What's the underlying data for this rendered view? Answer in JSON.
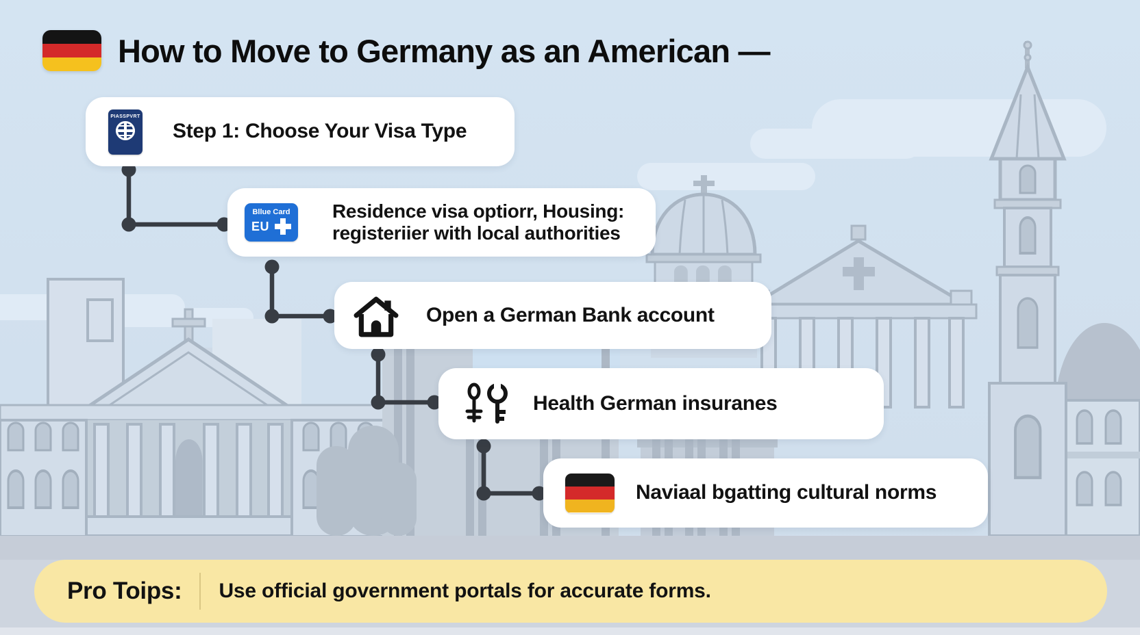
{
  "title": {
    "text": "How to Move to Germany as an American —"
  },
  "steps": [
    {
      "icon": "passport-icon",
      "lines": [
        "Step 1: Choose Your Visa Type"
      ],
      "passport_top_text": "PIASSPVRT"
    },
    {
      "icon": "eu-blue-card-icon",
      "lines": [
        "Residence visa optiorr, Housing:",
        "registeriier with local authorities"
      ],
      "bluecard_top_text": "Bllue Card",
      "bluecard_eu_text": "EU"
    },
    {
      "icon": "house-icon",
      "lines": [
        "Open a German Bank account"
      ]
    },
    {
      "icon": "keys-icon",
      "lines": [
        "Health German insuranes"
      ]
    },
    {
      "icon": "german-flag-icon",
      "lines": [
        "Naviaal bgatting cultural norms"
      ]
    }
  ],
  "pro_tip": {
    "label": "Pro Toips:",
    "text": "Use official government portals for accurate forms."
  },
  "colors": {
    "sky": "#d2e2f0",
    "cloud": "#dfeaf6",
    "building_fill": "#cfdae7",
    "building_stroke": "#a9b6c4",
    "building_dark": "#c2ccd8",
    "ground": "#c9d0da",
    "card_bg": "#ffffff",
    "connector": "#383d44",
    "passport_navy": "#1e3a75",
    "blue_card_blue": "#1f6fd6",
    "banner_yellow": "#f9e7a4",
    "flag_black": "#1a1a1a",
    "flag_red": "#d42a2a",
    "flag_gold": "#f0b41f"
  }
}
